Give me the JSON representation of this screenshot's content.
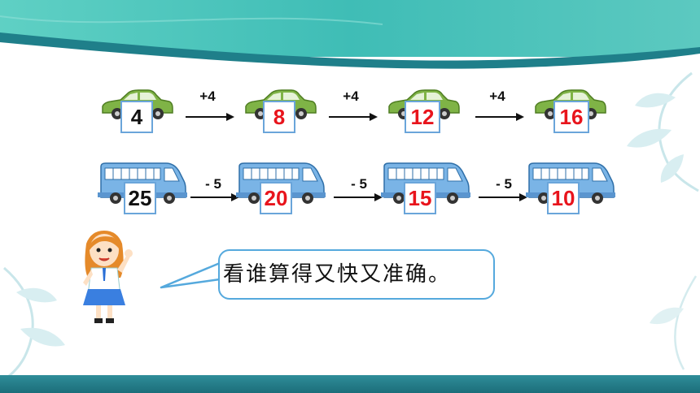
{
  "row1": {
    "boxes": [
      "4",
      "8",
      "12",
      "16"
    ],
    "ops": [
      "+4",
      "+4",
      "+4"
    ]
  },
  "row2": {
    "boxes": [
      "25",
      "20",
      "15",
      "10"
    ],
    "ops": [
      "- 5",
      "- 5",
      "- 5"
    ]
  },
  "speech": {
    "text": "看谁算得又快又准确。"
  },
  "colors": {
    "car": "#7fb346",
    "bus": "#7ab4e6",
    "answer": "#e8141c",
    "box_border": "#6aa5da",
    "bubble_border": "#55a9dd",
    "header_teal": "#2aa7a3"
  }
}
